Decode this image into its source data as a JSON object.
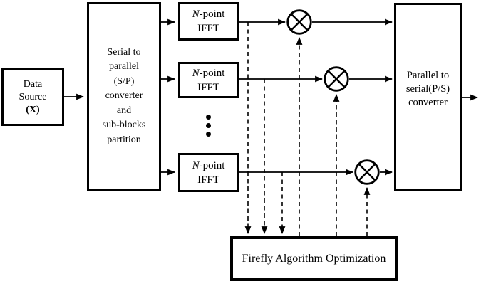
{
  "colors": {
    "line": "#000000",
    "background": "#ffffff"
  },
  "blocks": {
    "data_source": {
      "lines": [
        "Data",
        "Source",
        "(X)"
      ]
    },
    "sp_converter": {
      "lines": [
        "Serial to",
        "parallel",
        "(S/P)",
        "converter",
        "and",
        "sub-blocks",
        "partition"
      ]
    },
    "ifft_top": {
      "n": "N",
      "suffix": "-point",
      "line2": "IFFT"
    },
    "ifft_middle": {
      "n": "N",
      "suffix": "-point",
      "line2": "IFFT"
    },
    "ifft_bottom": {
      "n": "N",
      "suffix": "-point",
      "line2": "IFFT"
    },
    "ps_converter": {
      "lines": [
        "Parallel to",
        "serial(P/S)",
        "converter"
      ]
    },
    "firefly": {
      "label": "Firefly Algorithm Optimization"
    }
  },
  "icons": {
    "multiplier": "circle-with-x (⊗)",
    "vertical_ellipsis": "three-vertical-dots (⋮)"
  }
}
